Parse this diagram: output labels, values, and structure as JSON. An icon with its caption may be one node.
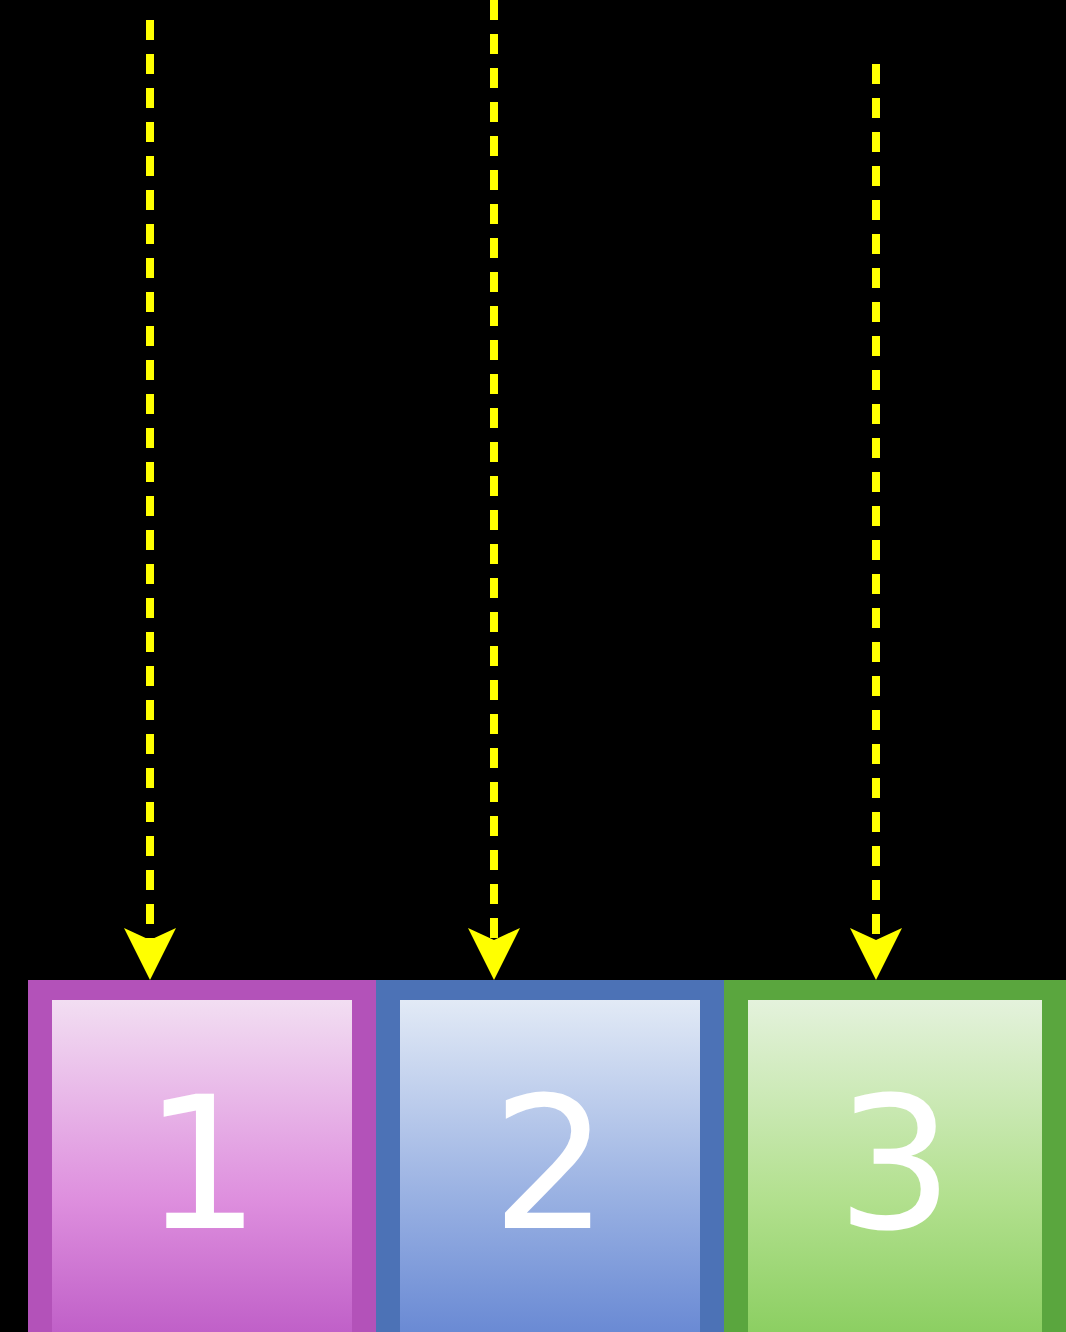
{
  "diagram": {
    "nodes": [
      {
        "text": [
          "1"
        ]
      },
      {
        "text": [
          "2"
        ]
      },
      {
        "text": [
          "3"
        ]
      }
    ],
    "edges": [
      {
        "from": null,
        "to": 0,
        "arrow": "to",
        "style": "dashed",
        "color": "#ffff00"
      },
      {
        "from": null,
        "to": 1,
        "arrow": "to",
        "style": "dashed",
        "color": "#ffff00"
      },
      {
        "from": null,
        "to": 2,
        "arrow": "to",
        "style": "dashed",
        "color": "#ffff00"
      }
    ]
  }
}
